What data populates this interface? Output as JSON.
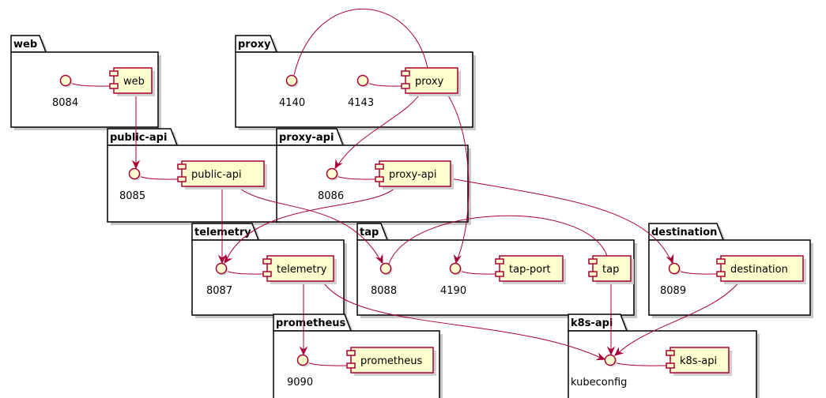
{
  "diagram": {
    "type": "uml-component",
    "colors": {
      "component_fill": "#FEFECE",
      "component_border": "#A80036",
      "edge": "#A80036",
      "package_border": "#000000"
    },
    "packages": [
      {
        "id": "web",
        "title": "web"
      },
      {
        "id": "proxy",
        "title": "proxy"
      },
      {
        "id": "public-api",
        "title": "public-api"
      },
      {
        "id": "proxy-api",
        "title": "proxy-api"
      },
      {
        "id": "telemetry",
        "title": "telemetry"
      },
      {
        "id": "tap",
        "title": "tap"
      },
      {
        "id": "destination",
        "title": "destination"
      },
      {
        "id": "prometheus",
        "title": "prometheus"
      },
      {
        "id": "k8s-api",
        "title": "k8s-api"
      }
    ],
    "components": [
      {
        "id": "web",
        "label": "web",
        "package": "web"
      },
      {
        "id": "proxy",
        "label": "proxy",
        "package": "proxy"
      },
      {
        "id": "public-api",
        "label": "public-api",
        "package": "public-api"
      },
      {
        "id": "proxy-api",
        "label": "proxy-api",
        "package": "proxy-api"
      },
      {
        "id": "telemetry",
        "label": "telemetry",
        "package": "telemetry"
      },
      {
        "id": "tap-port",
        "label": "tap-port",
        "package": "tap"
      },
      {
        "id": "tap",
        "label": "tap",
        "package": "tap"
      },
      {
        "id": "destination",
        "label": "destination",
        "package": "destination"
      },
      {
        "id": "prometheus",
        "label": "prometheus",
        "package": "prometheus"
      },
      {
        "id": "k8s-api",
        "label": "k8s-api",
        "package": "k8s-api"
      }
    ],
    "interfaces": [
      {
        "id": "i8084",
        "label": "8084",
        "package": "web"
      },
      {
        "id": "i4140",
        "label": "4140",
        "package": "proxy"
      },
      {
        "id": "i4143",
        "label": "4143",
        "package": "proxy"
      },
      {
        "id": "i8085",
        "label": "8085",
        "package": "public-api"
      },
      {
        "id": "i8086",
        "label": "8086",
        "package": "proxy-api"
      },
      {
        "id": "i8087",
        "label": "8087",
        "package": "telemetry"
      },
      {
        "id": "i8088",
        "label": "8088",
        "package": "tap"
      },
      {
        "id": "i4190",
        "label": "4190",
        "package": "tap"
      },
      {
        "id": "i8089",
        "label": "8089",
        "package": "destination"
      },
      {
        "id": "i9090",
        "label": "9090",
        "package": "prometheus"
      },
      {
        "id": "ikube",
        "label": "kubeconfig",
        "package": "k8s-api"
      }
    ],
    "provides": [
      {
        "component": "web",
        "interface": "i8084"
      },
      {
        "component": "proxy",
        "interface": "i4143"
      },
      {
        "component": "public-api",
        "interface": "i8085"
      },
      {
        "component": "proxy-api",
        "interface": "i8086"
      },
      {
        "component": "telemetry",
        "interface": "i8087"
      },
      {
        "component": "tap-port",
        "interface": "i4190"
      },
      {
        "component": "destination",
        "interface": "i8089"
      },
      {
        "component": "prometheus",
        "interface": "i9090"
      },
      {
        "component": "k8s-api",
        "interface": "ikube"
      }
    ],
    "uses": [
      {
        "from": "proxy",
        "to": "i4140",
        "arrow": false
      },
      {
        "from": "web",
        "to": "i8085",
        "arrow": true
      },
      {
        "from": "proxy",
        "to": "i8086",
        "arrow": true
      },
      {
        "from": "proxy",
        "to": "i4190",
        "arrow": true
      },
      {
        "from": "public-api",
        "to": "i8087",
        "arrow": true
      },
      {
        "from": "public-api",
        "to": "i8088",
        "arrow": true
      },
      {
        "from": "proxy-api",
        "to": "i8087",
        "arrow": true
      },
      {
        "from": "proxy-api",
        "to": "i8089",
        "arrow": true
      },
      {
        "from": "tap",
        "to": "i8088",
        "arrow": false
      },
      {
        "from": "telemetry",
        "to": "i9090",
        "arrow": true
      },
      {
        "from": "telemetry",
        "to": "ikube",
        "arrow": true
      },
      {
        "from": "tap",
        "to": "ikube",
        "arrow": true
      },
      {
        "from": "destination",
        "to": "ikube",
        "arrow": true
      }
    ]
  }
}
